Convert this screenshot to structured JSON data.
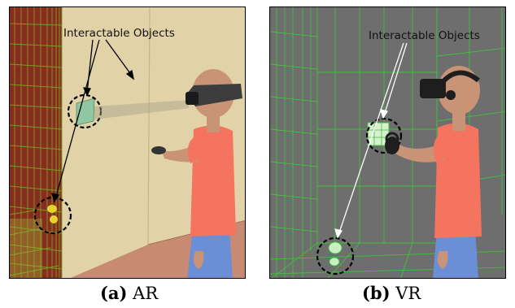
{
  "panels": [
    {
      "id": "ar",
      "callout": "Interactable Objects",
      "caption_label": "(a)",
      "caption_text": "AR",
      "colors": {
        "wall": "#e1d2a8",
        "mesh": "#74a022",
        "mesh_dark": "#8a2b1f",
        "floor": "#c78a72",
        "shirt": "#f47460",
        "jeans": "#6b8fd6",
        "skin": "#c99476"
      }
    },
    {
      "id": "vr",
      "callout": "Interactable Objects",
      "caption_label": "(b)",
      "caption_text": "VR",
      "colors": {
        "wall": "#6e6e6e",
        "mesh": "#3ec23a",
        "shirt": "#f47460",
        "jeans": "#6b8fd6",
        "skin": "#c99476",
        "headset": "#1e1e1e"
      }
    }
  ]
}
